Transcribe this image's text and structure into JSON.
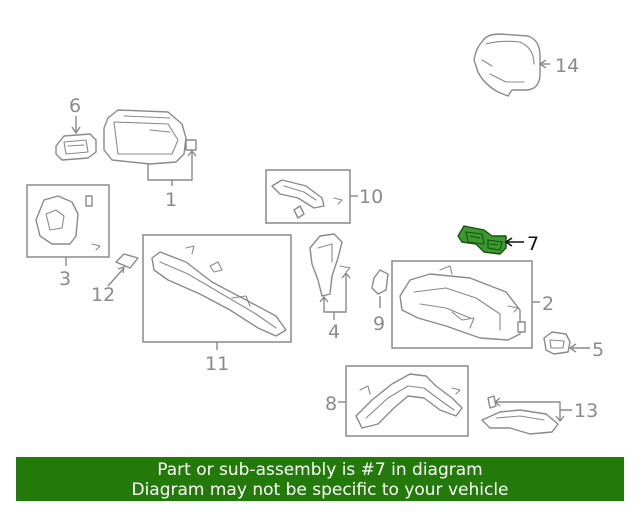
{
  "diagram": {
    "highlight_color": "#3a9b2c",
    "callouts": [
      {
        "id": "1",
        "label": "1"
      },
      {
        "id": "2",
        "label": "2"
      },
      {
        "id": "3",
        "label": "3"
      },
      {
        "id": "4",
        "label": "4"
      },
      {
        "id": "5",
        "label": "5"
      },
      {
        "id": "6",
        "label": "6"
      },
      {
        "id": "7",
        "label": "7",
        "highlighted": true
      },
      {
        "id": "8",
        "label": "8"
      },
      {
        "id": "9",
        "label": "9"
      },
      {
        "id": "10",
        "label": "10"
      },
      {
        "id": "11",
        "label": "11"
      },
      {
        "id": "12",
        "label": "12"
      },
      {
        "id": "13",
        "label": "13"
      },
      {
        "id": "14",
        "label": "14"
      }
    ]
  },
  "footer": {
    "line1": "Part or sub-assembly is #7 in diagram",
    "line2": "Diagram may not be specific to your vehicle",
    "background": "#237a0a"
  }
}
